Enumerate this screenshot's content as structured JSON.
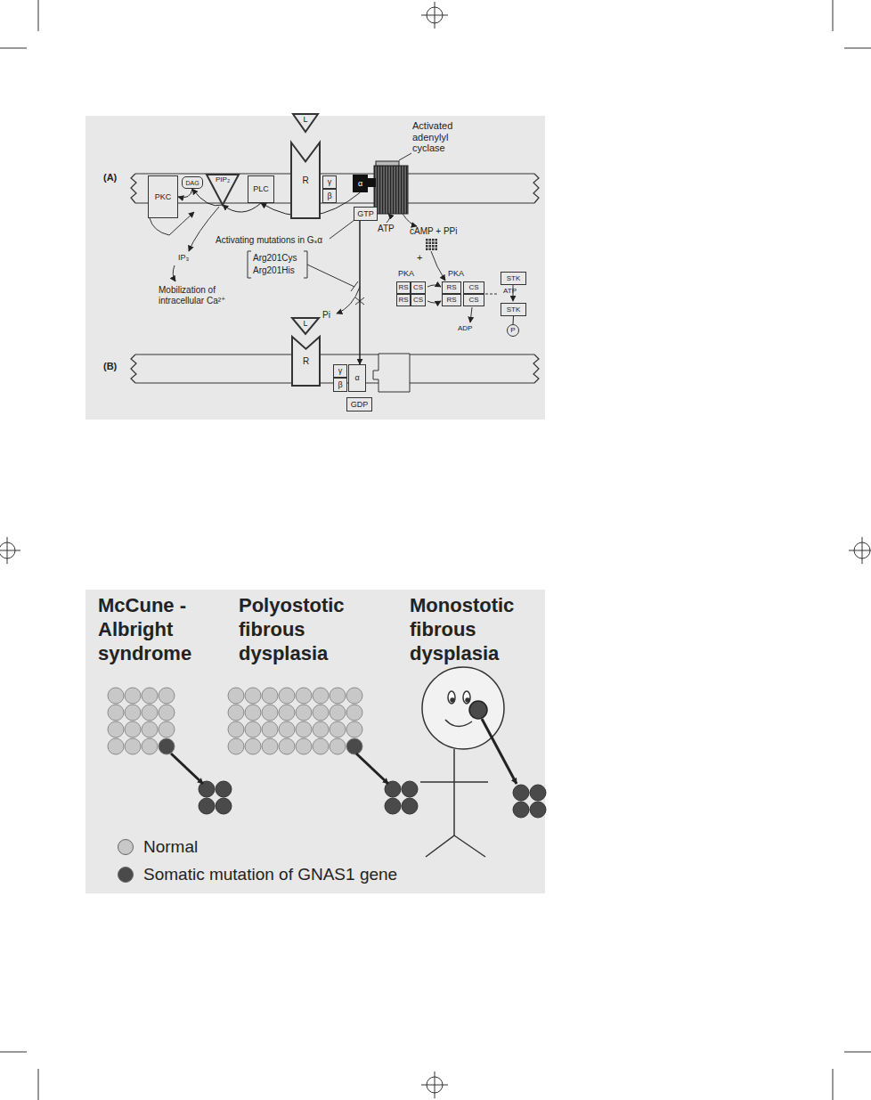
{
  "diagram": {
    "nodes": [
      {
        "text": [
          "PKC"
        ]
      },
      {
        "text": [
          "DAG"
        ]
      },
      {
        "text": [
          "PIP₂"
        ]
      },
      {
        "text": [
          "PLC"
        ]
      },
      {
        "text": [
          "L"
        ]
      },
      {
        "text": [
          "R"
        ]
      },
      {
        "text": [
          "γ"
        ]
      },
      {
        "text": [
          "β"
        ]
      },
      {
        "text": [
          "α"
        ]
      },
      {
        "text": [
          "GTP"
        ]
      },
      {
        "text": [
          "RS"
        ]
      },
      {
        "text": [
          "CS"
        ]
      },
      {
        "text": [
          "RS"
        ]
      },
      {
        "text": [
          "CS"
        ]
      },
      {
        "text": [
          "RS"
        ]
      },
      {
        "text": [
          "CS"
        ]
      },
      {
        "text": [
          "RS"
        ]
      },
      {
        "text": [
          "CS"
        ]
      },
      {
        "text": [
          "STK"
        ]
      },
      {
        "text": [
          "STK"
        ]
      },
      {
        "text": [
          "P"
        ]
      },
      {
        "text": [
          "L"
        ]
      },
      {
        "text": [
          "R"
        ]
      },
      {
        "text": [
          "γ"
        ]
      },
      {
        "text": [
          "β"
        ]
      },
      {
        "text": [
          "α"
        ]
      },
      {
        "text": [
          "GDP"
        ]
      }
    ],
    "edges": [
      {
        "from": 8,
        "to": 3,
        "arrow": "to"
      },
      {
        "from": 3,
        "to": 2,
        "arrow": "to"
      },
      {
        "from": 2,
        "to": 1,
        "arrow": "to"
      },
      {
        "from": 1,
        "to": 0,
        "arrow": "to"
      },
      {
        "from": 9,
        "to": 25,
        "arrow": "to"
      },
      {
        "from": 19,
        "to": 20,
        "arrow": "none"
      }
    ],
    "labels": [
      "(A)",
      "Activated adenylyl cyclase",
      "ATP",
      "cAMP + PPi",
      "+",
      "Activating mutations in Gₛα",
      "Arg201Cys",
      "Arg201His",
      "IP₃",
      "Mobilization of intracellular Ca²⁺",
      "Pi",
      "PKA",
      "PKA",
      "ATP",
      "ADP",
      "(B)",
      "McCune - Albright syndrome",
      "Polyostotic fibrous dysplasia",
      "Monostotic fibrous dysplasia"
    ],
    "legend": [
      {
        "text": "Normal",
        "color": "#c8c8c8"
      },
      {
        "text": "Somatic mutation of GNAS1 gene",
        "color": "#4a4a4a"
      }
    ]
  }
}
